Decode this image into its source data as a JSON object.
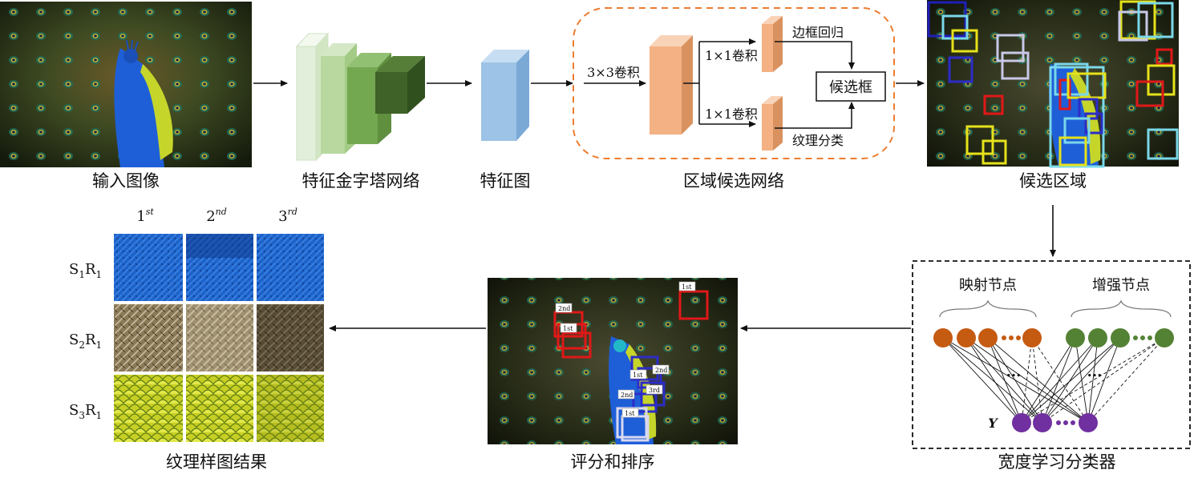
{
  "stages": {
    "input_image": "输入图像",
    "fpn": "特征金字塔网络",
    "feature_map": "特征图",
    "rpn": "区域候选网络",
    "candidate_regions": "候选区域",
    "broad_classifier": "宽度学习分类器",
    "score_rank": "评分和排序",
    "texture_results": "纹理样图结果"
  },
  "rpn_inner": {
    "conv3": "3×3卷积",
    "conv1_top": "1×1卷积",
    "conv1_bottom": "1×1卷积",
    "bbox_regression": "边框回归",
    "texture_cls": "纹理分类",
    "proposal": "候选框"
  },
  "bls": {
    "mapping_nodes": "映射节点",
    "enhancement_nodes": "增强节点",
    "ellipsis": "...",
    "output": "Y"
  },
  "rank_labels": [
    "1",
    "2",
    "3"
  ],
  "rank_sups": [
    "st",
    "nd",
    "rd"
  ],
  "row_labels": [
    {
      "s": "S",
      "s_sub": "1",
      "r": "R",
      "r_sub": "1"
    },
    {
      "s": "S",
      "s_sub": "2",
      "r": "R",
      "r_sub": "1"
    },
    {
      "s": "S",
      "s_sub": "3",
      "r": "R",
      "r_sub": "1"
    }
  ],
  "box_tags": [
    "1st",
    "2nd",
    "1st",
    "2nd",
    "3rd",
    "1st",
    "2nd",
    "1st"
  ],
  "colors": {
    "fpn_light": "#d9ead3",
    "fpn_mid": "#a9cf8e",
    "fpn_dark": "#6a9b43",
    "fpn_darkest": "#40622a",
    "feature_blue": "#9dc3e6",
    "rpn_orange": "#f4b183",
    "dash_border": "#ed7d31",
    "node_orange": "#c55a11",
    "node_green": "#548235",
    "node_purple": "#7030a0"
  }
}
